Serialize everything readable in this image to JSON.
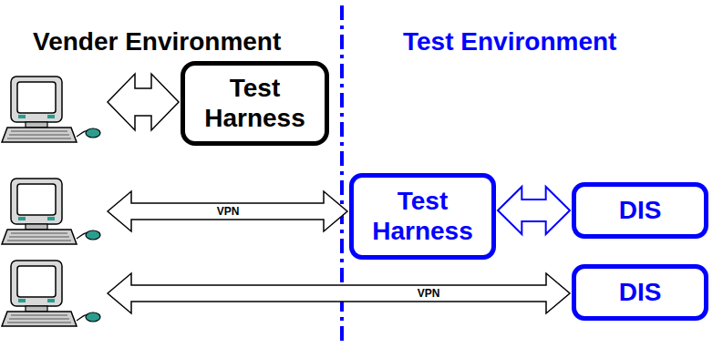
{
  "diagram": {
    "nodes": [
      {
        "text": [
          "Test Harness"
        ]
      },
      {
        "text": [
          "Test Harness"
        ]
      },
      {
        "text": [
          "DIS"
        ]
      },
      {
        "text": [
          "DIS"
        ]
      }
    ],
    "edges": [
      {
        "from": 1,
        "to": 2,
        "arrow": "both"
      }
    ],
    "labels": [
      "Vender Environment",
      "Test Environment",
      "VPN",
      "VPN"
    ]
  }
}
